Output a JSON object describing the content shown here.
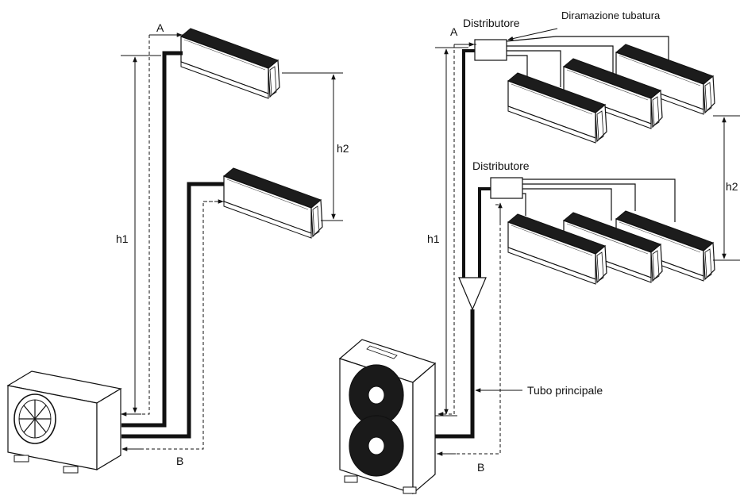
{
  "labels": {
    "left_a": "A",
    "left_b": "B",
    "left_h1": "h1",
    "left_h2": "h2",
    "right_a": "A",
    "right_b": "B",
    "right_h1": "h1",
    "right_h2": "h2",
    "distributor_top": "Distributore",
    "distributor_bottom": "Distributore",
    "branch_pipe": "Diramazione tubatura",
    "main_pipe": "Tubo principale"
  },
  "colors": {
    "line": "#111111",
    "unit_dark": "#1a1a1a",
    "unit_light": "#ffffff"
  }
}
